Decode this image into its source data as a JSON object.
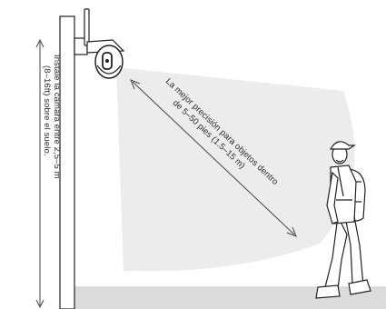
{
  "height_note": {
    "line1": "Instale la cámara entre 2,5–5 m",
    "line2": "(8–16ft) sobre el suelo."
  },
  "range_note": {
    "line1": "La mejor precisión para objetos dentro",
    "line2": "de 5–50 pies (1.5–15 m)"
  }
}
